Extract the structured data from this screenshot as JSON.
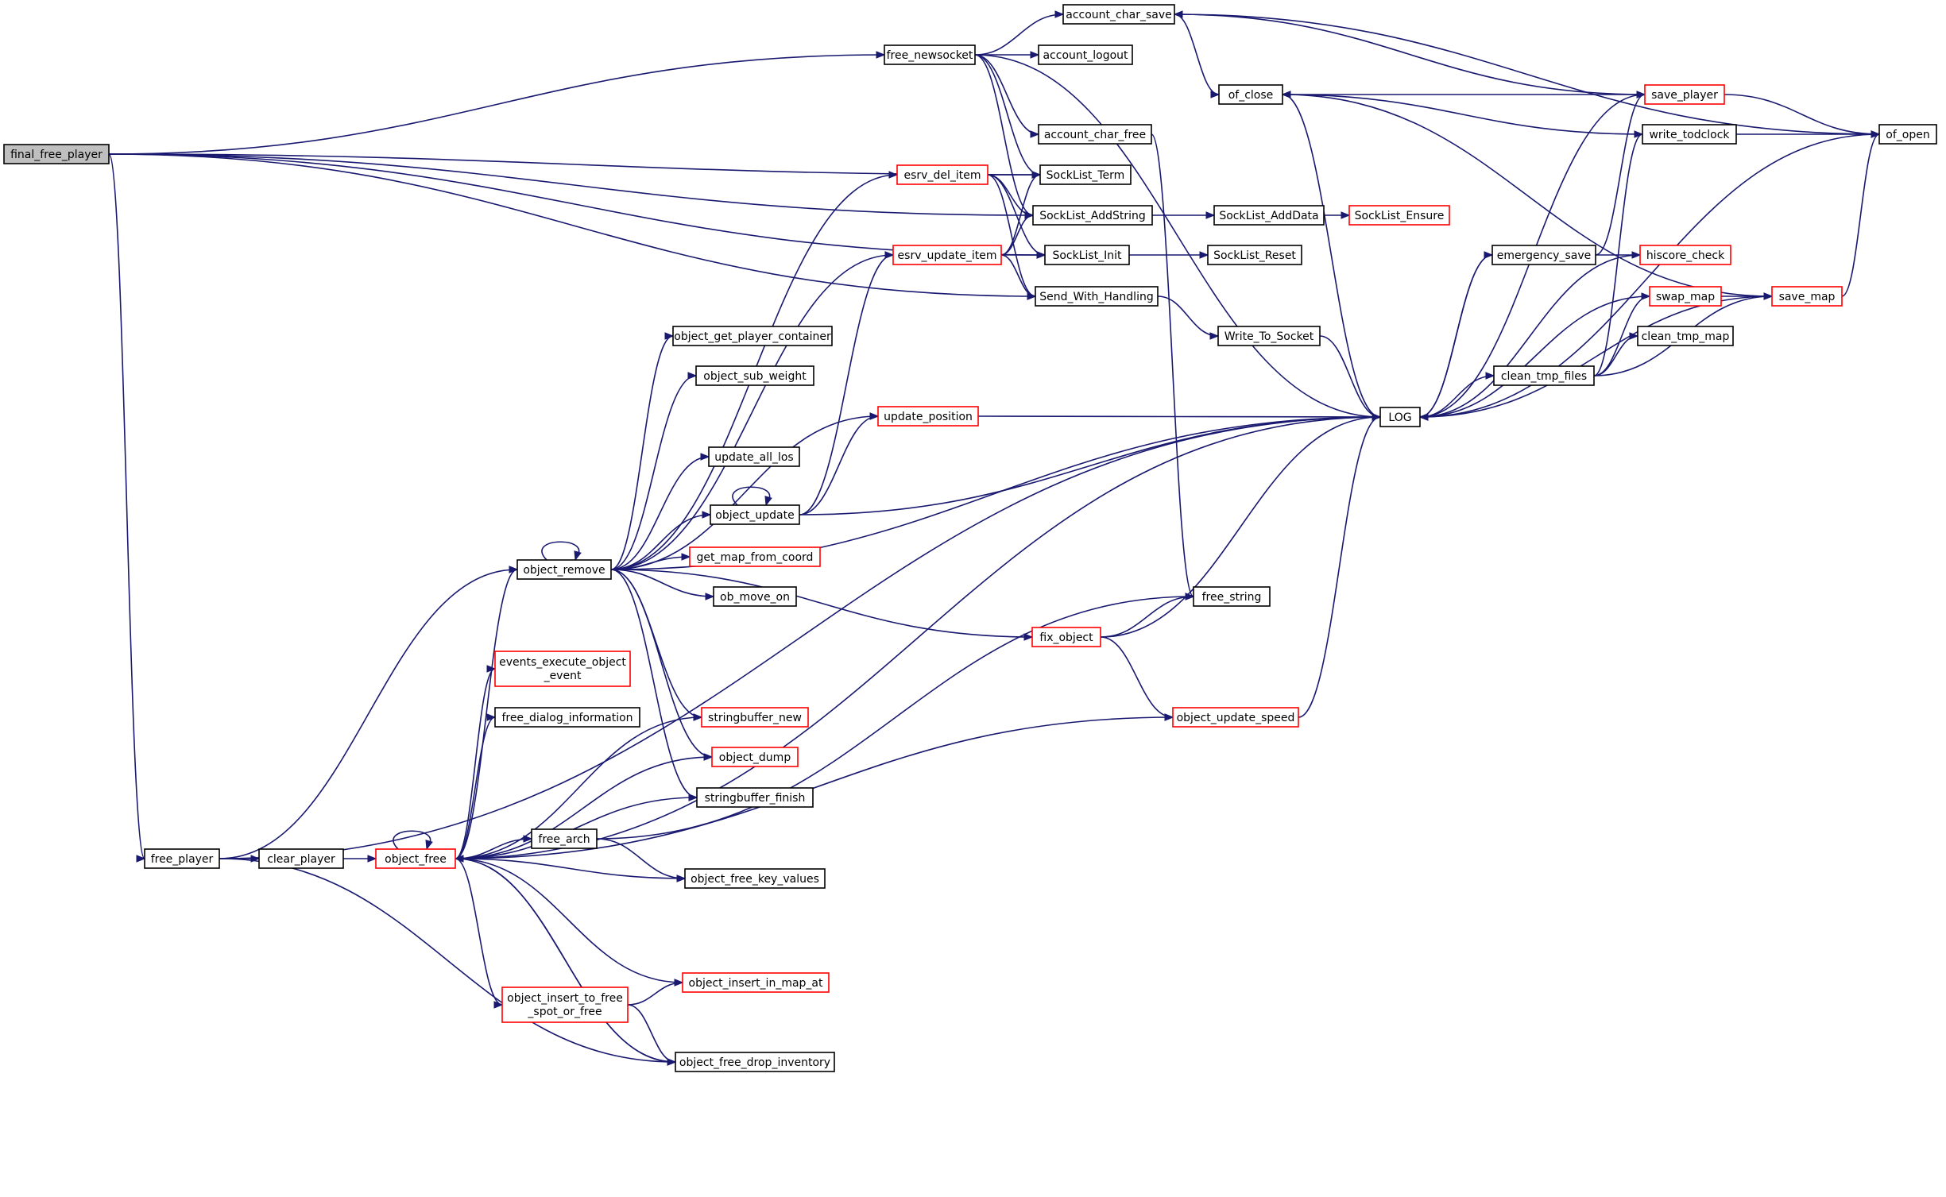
{
  "graph": {
    "edge_color": "#191970",
    "border_color_incomplete": "#ff0000",
    "root_fill": "#bfbfbf",
    "nodes": [
      {
        "id": "final_free_player",
        "label": "final_free_player",
        "style": "root"
      },
      {
        "id": "free_newsocket",
        "label": "free_newsocket",
        "style": "black"
      },
      {
        "id": "account_char_save",
        "label": "account_char_save",
        "style": "black"
      },
      {
        "id": "account_logout",
        "label": "account_logout",
        "style": "black"
      },
      {
        "id": "of_close",
        "label": "of_close",
        "style": "black"
      },
      {
        "id": "save_player",
        "label": "save_player",
        "style": "red"
      },
      {
        "id": "of_open",
        "label": "of_open",
        "style": "black"
      },
      {
        "id": "write_todclock",
        "label": "write_todclock",
        "style": "black"
      },
      {
        "id": "account_char_free",
        "label": "account_char_free",
        "style": "black"
      },
      {
        "id": "esrv_del_item",
        "label": "esrv_del_item",
        "style": "red"
      },
      {
        "id": "SockList_Term",
        "label": "SockList_Term",
        "style": "black"
      },
      {
        "id": "SockList_AddString",
        "label": "SockList_AddString",
        "style": "black"
      },
      {
        "id": "SockList_AddData",
        "label": "SockList_AddData",
        "style": "black"
      },
      {
        "id": "SockList_Ensure",
        "label": "SockList_Ensure",
        "style": "red"
      },
      {
        "id": "esrv_update_item",
        "label": "esrv_update_item",
        "style": "red"
      },
      {
        "id": "SockList_Init",
        "label": "SockList_Init",
        "style": "black"
      },
      {
        "id": "SockList_Reset",
        "label": "SockList_Reset",
        "style": "black"
      },
      {
        "id": "emergency_save",
        "label": "emergency_save",
        "style": "black"
      },
      {
        "id": "hiscore_check",
        "label": "hiscore_check",
        "style": "red"
      },
      {
        "id": "Send_With_Handling",
        "label": "Send_With_Handling",
        "style": "black"
      },
      {
        "id": "save_map",
        "label": "save_map",
        "style": "red"
      },
      {
        "id": "swap_map",
        "label": "swap_map",
        "style": "red"
      },
      {
        "id": "object_get_player_container",
        "label": "object_get_player_container",
        "style": "black"
      },
      {
        "id": "Write_To_Socket",
        "label": "Write_To_Socket",
        "style": "black"
      },
      {
        "id": "clean_tmp_map",
        "label": "clean_tmp_map",
        "style": "black"
      },
      {
        "id": "object_sub_weight",
        "label": "object_sub_weight",
        "style": "black"
      },
      {
        "id": "clean_tmp_files",
        "label": "clean_tmp_files",
        "style": "black"
      },
      {
        "id": "update_position",
        "label": "update_position",
        "style": "red"
      },
      {
        "id": "LOG",
        "label": "LOG",
        "style": "black"
      },
      {
        "id": "update_all_los",
        "label": "update_all_los",
        "style": "black"
      },
      {
        "id": "object_update",
        "label": "object_update",
        "style": "black"
      },
      {
        "id": "get_map_from_coord",
        "label": "get_map_from_coord",
        "style": "red"
      },
      {
        "id": "object_remove",
        "label": "object_remove",
        "style": "black"
      },
      {
        "id": "ob_move_on",
        "label": "ob_move_on",
        "style": "black"
      },
      {
        "id": "free_string",
        "label": "free_string",
        "style": "black"
      },
      {
        "id": "fix_object",
        "label": "fix_object",
        "style": "red"
      },
      {
        "id": "events_execute_object_event",
        "label": "events_execute_object_event",
        "lines": [
          "events_execute_object",
          "_event"
        ],
        "style": "red"
      },
      {
        "id": "stringbuffer_new",
        "label": "stringbuffer_new",
        "style": "red"
      },
      {
        "id": "object_update_speed",
        "label": "object_update_speed",
        "style": "red"
      },
      {
        "id": "free_dialog_information",
        "label": "free_dialog_information",
        "style": "black"
      },
      {
        "id": "object_dump",
        "label": "object_dump",
        "style": "red"
      },
      {
        "id": "stringbuffer_finish",
        "label": "stringbuffer_finish",
        "style": "black"
      },
      {
        "id": "free_arch",
        "label": "free_arch",
        "style": "black"
      },
      {
        "id": "free_player",
        "label": "free_player",
        "style": "black"
      },
      {
        "id": "clear_player",
        "label": "clear_player",
        "style": "black"
      },
      {
        "id": "object_free",
        "label": "object_free",
        "style": "red"
      },
      {
        "id": "object_free_key_values",
        "label": "object_free_key_values",
        "style": "black"
      },
      {
        "id": "object_insert_in_map_at",
        "label": "object_insert_in_map_at",
        "style": "red"
      },
      {
        "id": "object_insert_to_free_spot_or_free",
        "label": "object_insert_to_free_spot_or_free",
        "lines": [
          "object_insert_to_free",
          "_spot_or_free"
        ],
        "style": "red"
      },
      {
        "id": "object_free_drop_inventory",
        "label": "object_free_drop_inventory",
        "style": "black"
      }
    ],
    "edges": [
      {
        "from": "final_free_player",
        "to": "free_newsocket"
      },
      {
        "from": "final_free_player",
        "to": "SockList_Term"
      },
      {
        "from": "final_free_player",
        "to": "SockList_AddString"
      },
      {
        "from": "final_free_player",
        "to": "SockList_Init"
      },
      {
        "from": "final_free_player",
        "to": "Send_With_Handling"
      },
      {
        "from": "final_free_player",
        "to": "free_player"
      },
      {
        "from": "free_newsocket",
        "to": "account_char_save"
      },
      {
        "from": "free_newsocket",
        "to": "account_logout"
      },
      {
        "from": "free_newsocket",
        "to": "account_char_free"
      },
      {
        "from": "free_newsocket",
        "to": "SockList_Term"
      },
      {
        "from": "free_newsocket",
        "to": "SockList_AddString"
      },
      {
        "from": "free_newsocket",
        "to": "LOG"
      },
      {
        "from": "account_char_save",
        "to": "of_close"
      },
      {
        "from": "account_char_save",
        "to": "of_open"
      },
      {
        "from": "account_char_free",
        "to": "free_string"
      },
      {
        "from": "save_player",
        "to": "account_char_save"
      },
      {
        "from": "save_player",
        "to": "of_close"
      },
      {
        "from": "save_player",
        "to": "of_open"
      },
      {
        "from": "write_todclock",
        "to": "of_close"
      },
      {
        "from": "write_todclock",
        "to": "of_open"
      },
      {
        "from": "of_close",
        "to": "LOG"
      },
      {
        "from": "of_open",
        "to": "LOG"
      },
      {
        "from": "save_map",
        "to": "of_close"
      },
      {
        "from": "save_map",
        "to": "of_open"
      },
      {
        "from": "save_map",
        "to": "LOG"
      },
      {
        "from": "esrv_del_item",
        "to": "SockList_Term"
      },
      {
        "from": "esrv_del_item",
        "to": "SockList_AddString"
      },
      {
        "from": "esrv_del_item",
        "to": "SockList_Init"
      },
      {
        "from": "esrv_del_item",
        "to": "Send_With_Handling"
      },
      {
        "from": "esrv_update_item",
        "to": "SockList_Term"
      },
      {
        "from": "esrv_update_item",
        "to": "SockList_AddString"
      },
      {
        "from": "esrv_update_item",
        "to": "SockList_Init"
      },
      {
        "from": "esrv_update_item",
        "to": "Send_With_Handling"
      },
      {
        "from": "SockList_AddString",
        "to": "SockList_AddData"
      },
      {
        "from": "SockList_AddData",
        "to": "SockList_Ensure"
      },
      {
        "from": "SockList_Init",
        "to": "SockList_Reset"
      },
      {
        "from": "Send_With_Handling",
        "to": "Write_To_Socket"
      },
      {
        "from": "Write_To_Socket",
        "to": "LOG"
      },
      {
        "from": "emergency_save",
        "to": "save_player"
      },
      {
        "from": "emergency_save",
        "to": "hiscore_check"
      },
      {
        "from": "emergency_save",
        "to": "LOG"
      },
      {
        "from": "hiscore_check",
        "to": "LOG"
      },
      {
        "from": "swap_map",
        "to": "save_map"
      },
      {
        "from": "swap_map",
        "to": "LOG"
      },
      {
        "from": "clean_tmp_files",
        "to": "write_todclock"
      },
      {
        "from": "clean_tmp_files",
        "to": "swap_map"
      },
      {
        "from": "clean_tmp_files",
        "to": "clean_tmp_map"
      },
      {
        "from": "clean_tmp_files",
        "to": "save_map"
      },
      {
        "from": "LOG",
        "to": "save_player"
      },
      {
        "from": "LOG",
        "to": "emergency_save"
      },
      {
        "from": "LOG",
        "to": "clean_tmp_files"
      },
      {
        "from": "update_position",
        "to": "LOG"
      },
      {
        "from": "object_update",
        "to": "object_update"
      },
      {
        "from": "object_update",
        "to": "update_position"
      },
      {
        "from": "object_update",
        "to": "esrv_update_item"
      },
      {
        "from": "object_update",
        "to": "LOG"
      },
      {
        "from": "object_remove",
        "to": "object_remove"
      },
      {
        "from": "object_remove",
        "to": "esrv_del_item"
      },
      {
        "from": "object_remove",
        "to": "esrv_update_item"
      },
      {
        "from": "object_remove",
        "to": "object_get_player_container"
      },
      {
        "from": "object_remove",
        "to": "object_sub_weight"
      },
      {
        "from": "object_remove",
        "to": "update_position"
      },
      {
        "from": "object_remove",
        "to": "update_all_los"
      },
      {
        "from": "object_remove",
        "to": "object_update"
      },
      {
        "from": "object_remove",
        "to": "get_map_from_coord"
      },
      {
        "from": "object_remove",
        "to": "ob_move_on"
      },
      {
        "from": "object_remove",
        "to": "fix_object"
      },
      {
        "from": "object_remove",
        "to": "stringbuffer_new"
      },
      {
        "from": "object_remove",
        "to": "object_dump"
      },
      {
        "from": "object_remove",
        "to": "stringbuffer_finish"
      },
      {
        "from": "object_remove",
        "to": "LOG"
      },
      {
        "from": "fix_object",
        "to": "free_string"
      },
      {
        "from": "fix_object",
        "to": "object_update_speed"
      },
      {
        "from": "fix_object",
        "to": "LOG"
      },
      {
        "from": "object_update_speed",
        "to": "LOG"
      },
      {
        "from": "free_player",
        "to": "object_remove"
      },
      {
        "from": "free_player",
        "to": "clear_player"
      },
      {
        "from": "free_player",
        "to": "object_free_drop_inventory"
      },
      {
        "from": "free_player",
        "to": "LOG"
      },
      {
        "from": "clear_player",
        "to": "object_free"
      },
      {
        "from": "object_free",
        "to": "object_free"
      },
      {
        "from": "object_free",
        "to": "object_remove"
      },
      {
        "from": "object_free",
        "to": "events_execute_object_event"
      },
      {
        "from": "object_free",
        "to": "free_dialog_information"
      },
      {
        "from": "object_free",
        "to": "stringbuffer_new"
      },
      {
        "from": "object_free",
        "to": "object_dump"
      },
      {
        "from": "object_free",
        "to": "stringbuffer_finish"
      },
      {
        "from": "object_free",
        "to": "free_arch"
      },
      {
        "from": "object_free",
        "to": "object_free_key_values"
      },
      {
        "from": "object_free",
        "to": "object_update_speed"
      },
      {
        "from": "object_free",
        "to": "object_insert_in_map_at"
      },
      {
        "from": "object_free",
        "to": "object_insert_to_free_spot_or_free"
      },
      {
        "from": "object_free",
        "to": "object_free_drop_inventory"
      },
      {
        "from": "object_free",
        "to": "LOG"
      },
      {
        "from": "free_arch",
        "to": "free_string"
      },
      {
        "from": "free_arch",
        "to": "object_free_key_values"
      },
      {
        "from": "object_insert_to_free_spot_or_free",
        "to": "object_insert_in_map_at"
      },
      {
        "from": "object_insert_to_free_spot_or_free",
        "to": "object_free_drop_inventory"
      },
      {
        "from": "object_free_drop_inventory",
        "to": "object_free"
      }
    ]
  }
}
